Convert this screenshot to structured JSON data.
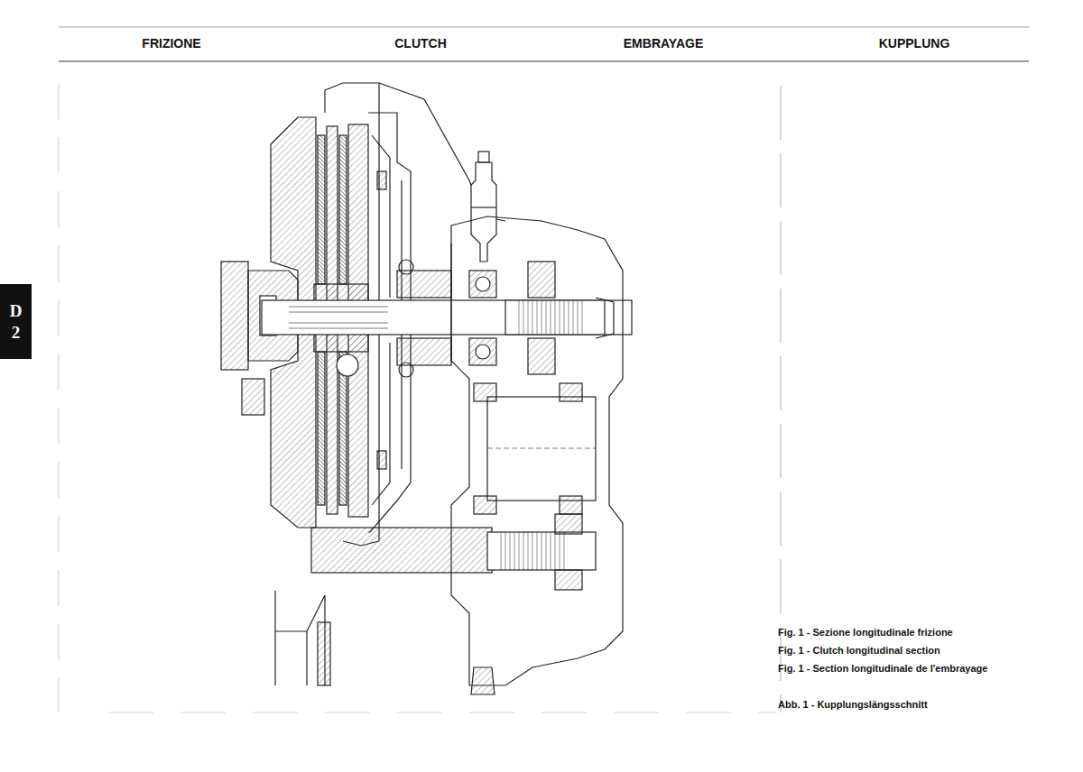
{
  "diagram": {
    "nodes": [
      {
        "text": [
          "D",
          "2"
        ]
      }
    ],
    "labels": [
      "FRIZIONE",
      "CLUTCH",
      "EMBRAYAGE",
      "KUPPLUNG",
      "Fig. 1 - Sezione longitudinale frizione",
      "Fig. 1 - Clutch longitudinal section",
      "Fig. 1 - Section longitudinale de l'embrayage",
      "Abb. 1 - Kupplungslängsschnitt"
    ]
  }
}
